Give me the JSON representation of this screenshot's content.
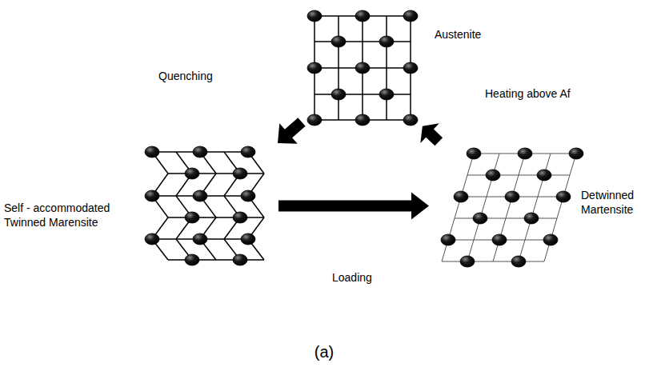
{
  "diagram": {
    "caption": "(a)",
    "nodes": [
      {
        "text": [
          "Austenite"
        ]
      },
      {
        "text": [
          "Self - accommodated Twinned Marensite"
        ]
      },
      {
        "text": [
          "Detwinned Martensite"
        ]
      }
    ],
    "edges": [
      {
        "from": 0,
        "to": 1,
        "arrow": "to",
        "label": "Quenching"
      },
      {
        "from": 1,
        "to": 2,
        "arrow": "to",
        "label": "Loading"
      },
      {
        "from": 2,
        "to": 0,
        "arrow": "to",
        "label": "Heating above Af"
      }
    ]
  }
}
